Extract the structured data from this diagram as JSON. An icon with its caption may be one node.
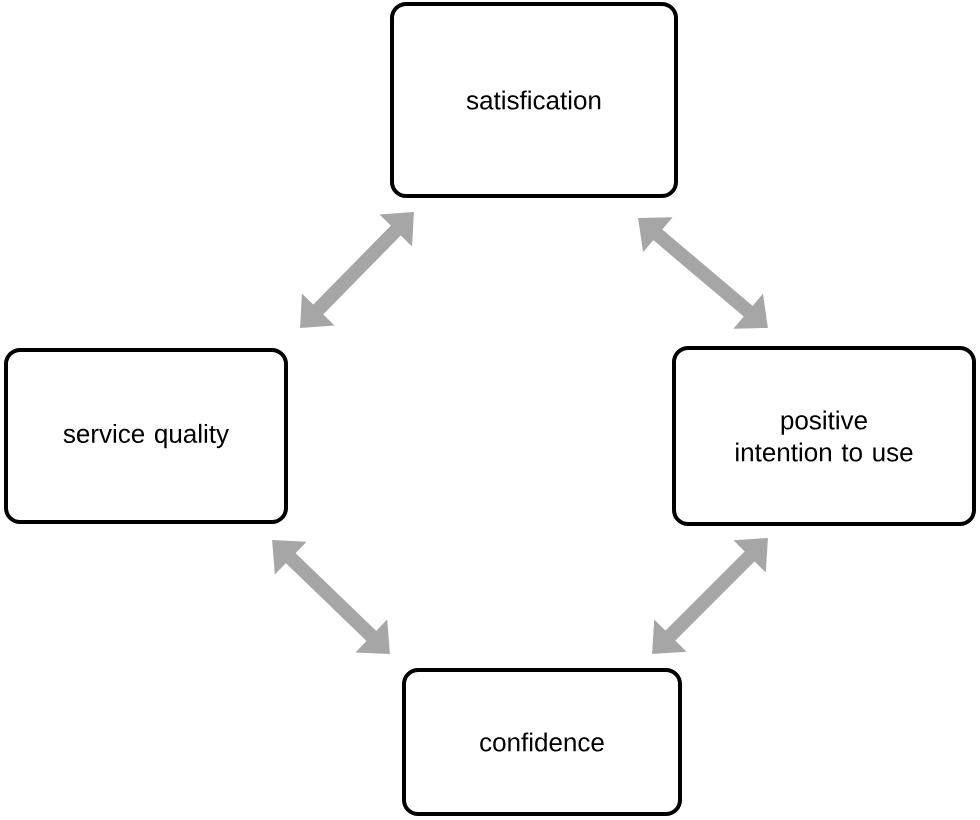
{
  "diagram": {
    "nodes": [
      {
        "text": [
          "satisfication"
        ]
      },
      {
        "text": [
          "service quality"
        ]
      },
      {
        "text": [
          "positive intention to use"
        ]
      },
      {
        "text": [
          "confidence"
        ]
      }
    ],
    "edges": [
      {
        "from": 1,
        "to": 0,
        "arrow": "both"
      },
      {
        "from": 0,
        "to": 2,
        "arrow": "both"
      },
      {
        "from": 1,
        "to": 3,
        "arrow": "both"
      },
      {
        "from": 3,
        "to": 2,
        "arrow": "both"
      }
    ]
  }
}
